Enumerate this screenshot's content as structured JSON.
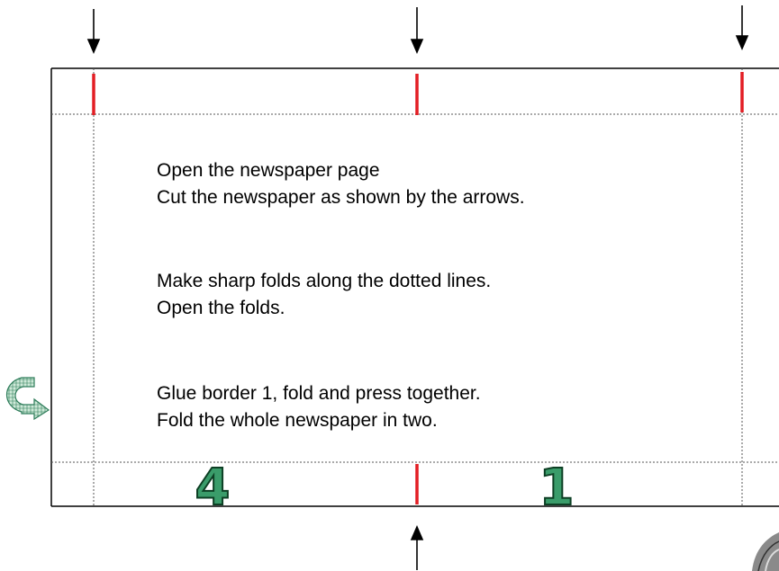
{
  "instructions": [
    [
      "Open the newspaper page",
      "Cut the newspaper as shown by the arrows."
    ],
    [
      "Make sharp folds along the dotted lines.",
      "Open the folds."
    ],
    [
      "Glue border 1,  fold and press together.",
      "Fold the whole newspaper in two."
    ]
  ],
  "border_labels": {
    "left": "4",
    "right": "1"
  },
  "colors": {
    "cut_mark": "#e31e24",
    "border_number_fill": "#3a9c6a",
    "border_number_stroke": "#0d3f24",
    "curl_arrow_fill": "#c8e6d2",
    "curl_arrow_stroke": "#2f7d5b"
  },
  "icons": [
    "down-arrow-icon",
    "up-arrow-icon",
    "curl-arrow-icon"
  ]
}
